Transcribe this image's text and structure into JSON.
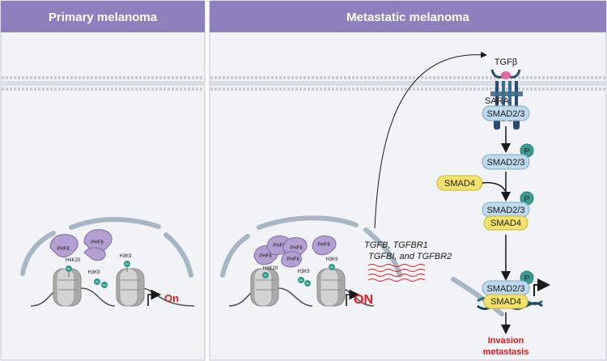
{
  "panels": {
    "primary": {
      "title": "Primary melanoma"
    },
    "metastatic": {
      "title": "Metastatic melanoma"
    }
  },
  "primary": {
    "phf8_label": "PHF8",
    "h4k20_label": "H4K20",
    "h3k9_label": "H3K9",
    "me_label": "Me",
    "transcription_label": "On"
  },
  "metastatic": {
    "phf8_label": "PHF8",
    "h4k20_label": "H4K20",
    "h3k9_label": "H3K9",
    "me_label": "Me",
    "transcription_label": "ON",
    "target_genes_line1": "TGFB, TGFBR1",
    "target_genes_line2": "TGFBI, and TGFBR2"
  },
  "pathway": {
    "ligand": "TGFβ",
    "sara": "SARA",
    "smad23": "SMAD2/3",
    "smad4": "SMAD4",
    "phospho": "P",
    "outcome_line1": "Invasion",
    "outcome_line2": "metastasis"
  },
  "colors": {
    "header": "#8e7fbd",
    "panel_bg": "#f2f3f7",
    "membrane": "#c4cdd6",
    "phf8": "#b49fd1",
    "smad23": "#bcd9ee",
    "smad4": "#f2e26b",
    "methyl": "#2e9b8d",
    "phospho": "#3a9c95",
    "accent_red": "#e31a1c"
  }
}
